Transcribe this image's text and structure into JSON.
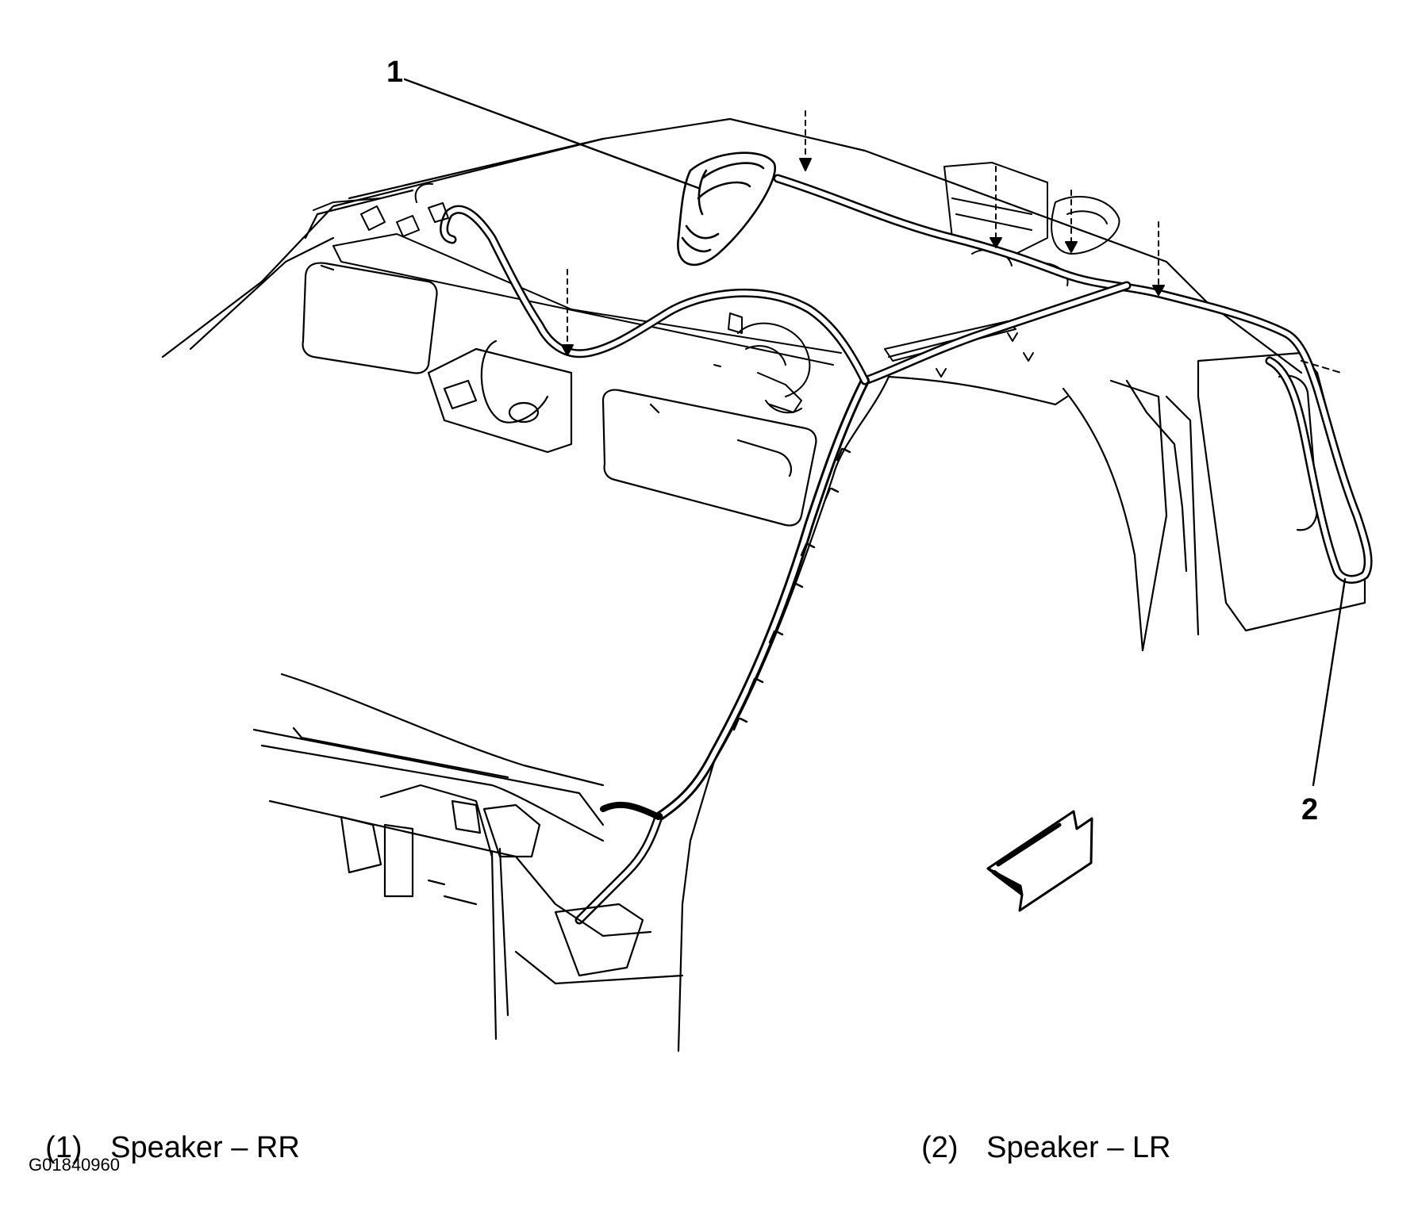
{
  "diagram": {
    "callouts": [
      {
        "number": "1"
      },
      {
        "number": "2"
      }
    ],
    "legend": [
      {
        "number": "(1)",
        "label": "Speaker – RR"
      },
      {
        "number": "(2)",
        "label": "Speaker – LR"
      }
    ],
    "figure_id": "G01840960",
    "direction_arrow": "forward-arrow-icon"
  }
}
